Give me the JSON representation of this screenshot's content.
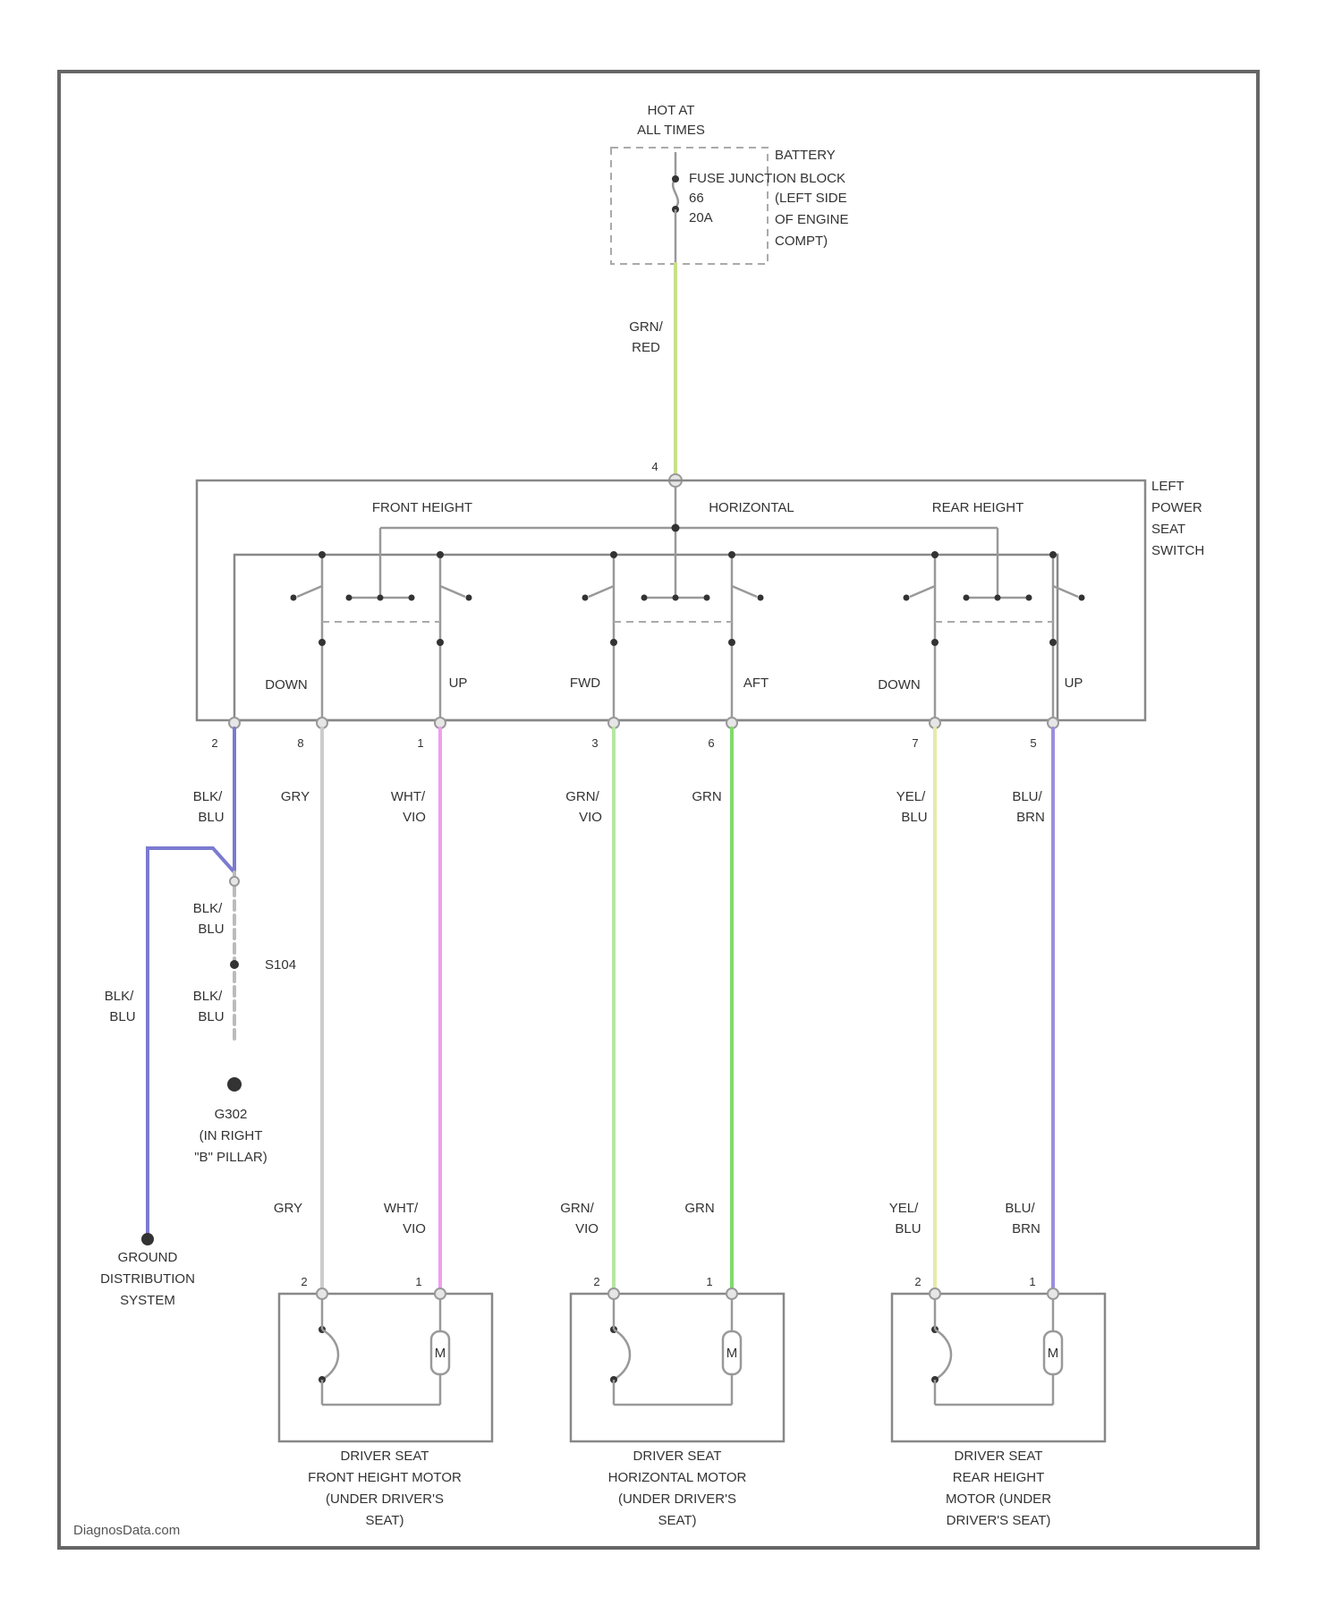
{
  "power": {
    "hot_line1": "HOT AT",
    "hot_line2": "ALL TIMES",
    "fuse_block": "FUSE JUNCTION BLOCK",
    "fuse_no": "66",
    "fuse_amp": "20A",
    "battery_lines": [
      "BATTERY",
      "(LEFT SIDE",
      "OF ENGINE",
      "COMPT)"
    ],
    "feed_wire": [
      "GRN/",
      "RED"
    ],
    "feed_pin": "4"
  },
  "switch": {
    "title_lines": [
      "LEFT",
      "POWER",
      "SEAT",
      "SWITCH"
    ],
    "sections": [
      "FRONT HEIGHT",
      "HORIZONTAL",
      "REAR HEIGHT"
    ],
    "positions": [
      "DOWN",
      "UP",
      "FWD",
      "AFT",
      "DOWN",
      "UP"
    ]
  },
  "outputs": [
    {
      "pin": "2",
      "wire": [
        "BLK/",
        "BLU"
      ],
      "color": "#7b7bd0"
    },
    {
      "pin": "8",
      "wire": [
        "GRY",
        ""
      ],
      "color": "#cccccc"
    },
    {
      "pin": "1",
      "wire": [
        "WHT/",
        "VIO"
      ],
      "color": "#ef9ef0"
    },
    {
      "pin": "3",
      "wire": [
        "GRN/",
        "VIO"
      ],
      "color": "#b6e6a2"
    },
    {
      "pin": "6",
      "wire": [
        "GRN",
        ""
      ],
      "color": "#7edc6a"
    },
    {
      "pin": "7",
      "wire": [
        "YEL/",
        "BLU"
      ],
      "color": "#e6eaa8"
    },
    {
      "pin": "5",
      "wire": [
        "BLU/",
        "BRN"
      ],
      "color": "#9b8fe0"
    }
  ],
  "ground": {
    "splice": "S104",
    "wire_labels": [
      "BLK/",
      "BLU"
    ],
    "g_lines": [
      "G302",
      "(IN RIGHT",
      "\"B\" PILLAR)"
    ],
    "dist_lines": [
      "GROUND",
      "DISTRIBUTION",
      "SYSTEM"
    ]
  },
  "motors": [
    {
      "name_lines": [
        "DRIVER SEAT",
        "FRONT HEIGHT MOTOR",
        "(UNDER DRIVER'S",
        "SEAT)"
      ],
      "pins": [
        "2",
        "1"
      ],
      "left_wire": [
        "GRY",
        ""
      ],
      "right_wire": [
        "WHT/",
        "VIO"
      ],
      "symbol": "M"
    },
    {
      "name_lines": [
        "DRIVER SEAT",
        "HORIZONTAL MOTOR",
        "(UNDER DRIVER'S",
        "SEAT)"
      ],
      "pins": [
        "2",
        "1"
      ],
      "left_wire": [
        "GRN/",
        "VIO"
      ],
      "right_wire": [
        "GRN",
        ""
      ],
      "symbol": "M"
    },
    {
      "name_lines": [
        "DRIVER SEAT",
        "REAR HEIGHT",
        "MOTOR (UNDER",
        "DRIVER'S SEAT)"
      ],
      "pins": [
        "2",
        "1"
      ],
      "left_wire": [
        "YEL/",
        "BLU"
      ],
      "right_wire": [
        "BLU/",
        "BRN"
      ],
      "symbol": "M"
    }
  ],
  "watermark": "DiagnosData.com",
  "colors": {
    "feed": "#c8e08a",
    "ground": "#7b7bd0"
  }
}
